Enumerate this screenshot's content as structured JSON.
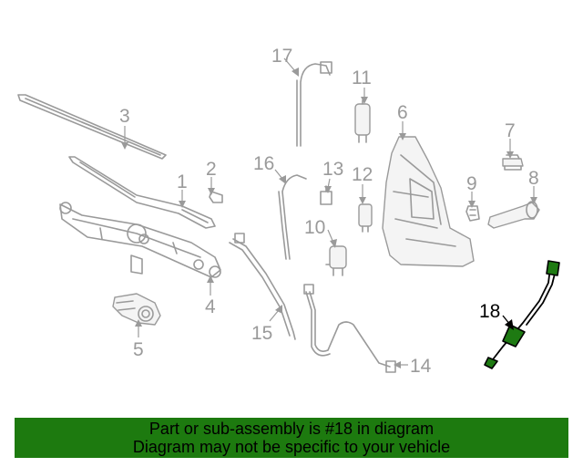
{
  "callouts": {
    "c1": "1",
    "c2": "2",
    "c3": "3",
    "c4": "4",
    "c5": "5",
    "c6": "6",
    "c7": "7",
    "c8": "8",
    "c9": "9",
    "c10": "10",
    "c11": "11",
    "c12": "12",
    "c13": "13",
    "c14": "14",
    "c15": "15",
    "c16": "16",
    "c17": "17",
    "c18": "18"
  },
  "highlighted_part": "18",
  "banner": {
    "line1": "Part or sub-assembly is #18 in diagram",
    "line2": "Diagram may not be specific to your vehicle"
  },
  "colors": {
    "line_gray": "#9a9a9a",
    "highlight_green": "#1e7a12",
    "banner_green": "#1d7a0f",
    "banner_text": "#000000"
  }
}
